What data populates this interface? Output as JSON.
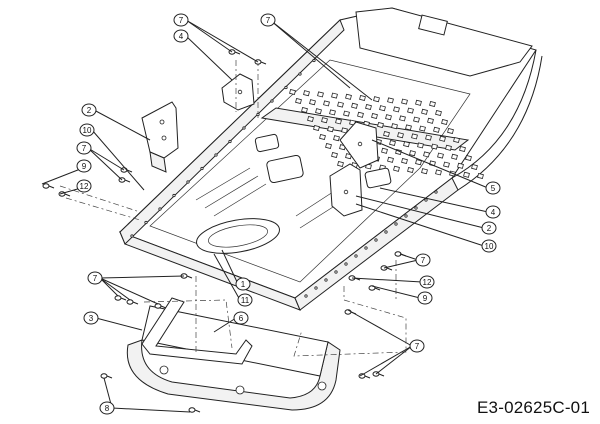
{
  "drawing_code": "E3-02625C-01",
  "callouts": [
    {
      "label": "7"
    },
    {
      "label": "4"
    },
    {
      "label": "7"
    },
    {
      "label": "2"
    },
    {
      "label": "10"
    },
    {
      "label": "7"
    },
    {
      "label": "9"
    },
    {
      "label": "12"
    },
    {
      "label": "5"
    },
    {
      "label": "4"
    },
    {
      "label": "2"
    },
    {
      "label": "10"
    },
    {
      "label": "7"
    },
    {
      "label": "12"
    },
    {
      "label": "9"
    },
    {
      "label": "7"
    },
    {
      "label": "1"
    },
    {
      "label": "11"
    },
    {
      "label": "3"
    },
    {
      "label": "6"
    },
    {
      "label": "7"
    },
    {
      "label": "8"
    }
  ]
}
